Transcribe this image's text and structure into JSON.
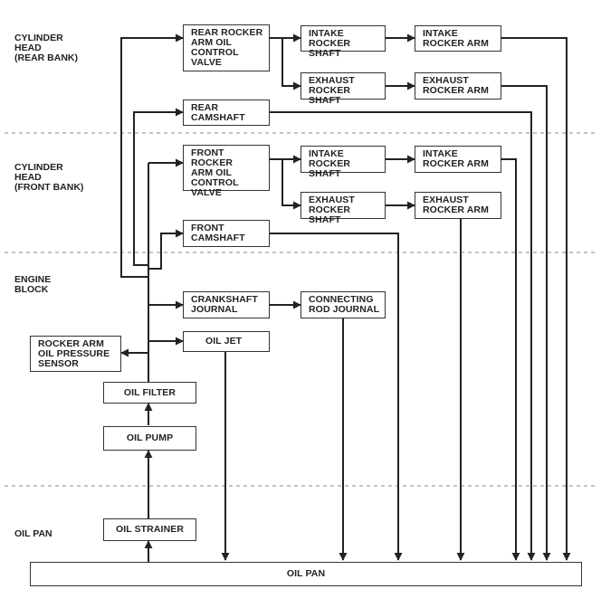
{
  "sections": {
    "rear_head": "CYLINDER\nHEAD\n(REAR BANK)",
    "front_head": "CYLINDER\nHEAD\n(FRONT BANK)",
    "engine_block": "ENGINE\nBLOCK",
    "oil_pan": "OIL PAN"
  },
  "boxes": {
    "rear_rocker_valve": "REAR ROCKER\nARM OIL\nCONTROL\nVALVE",
    "rear_intake_shaft": "INTAKE\nROCKER SHAFT",
    "rear_intake_arm": "INTAKE\nROCKER ARM",
    "rear_exhaust_shaft": "EXHAUST\nROCKER SHAFT",
    "rear_exhaust_arm": "EXHAUST\nROCKER ARM",
    "rear_camshaft": "REAR\nCAMSHAFT",
    "front_rocker_valve": "FRONT ROCKER\nARM OIL\nCONTROL\nVALVE",
    "front_intake_shaft": "INTAKE\nROCKER SHAFT",
    "front_intake_arm": "INTAKE\nROCKER ARM",
    "front_exhaust_shaft": "EXHAUST\nROCKER SHAFT",
    "front_exhaust_arm": "EXHAUST\nROCKER ARM",
    "front_camshaft": "FRONT\nCAMSHAFT",
    "crankshaft_journal": "CRANKSHAFT\nJOURNAL",
    "connecting_rod_journal": "CONNECTING\nROD JOURNAL",
    "oil_jet": "OIL JET",
    "rocker_pressure_sensor": "ROCKER ARM\nOIL PRESSURE\nSENSOR",
    "oil_filter": "OIL FILTER",
    "oil_pump": "OIL PUMP",
    "oil_strainer": "OIL STRAINER",
    "oil_pan": "OIL PAN"
  },
  "colors": {
    "line": "#222222",
    "divider": "#888888",
    "box_border": "#333333"
  }
}
